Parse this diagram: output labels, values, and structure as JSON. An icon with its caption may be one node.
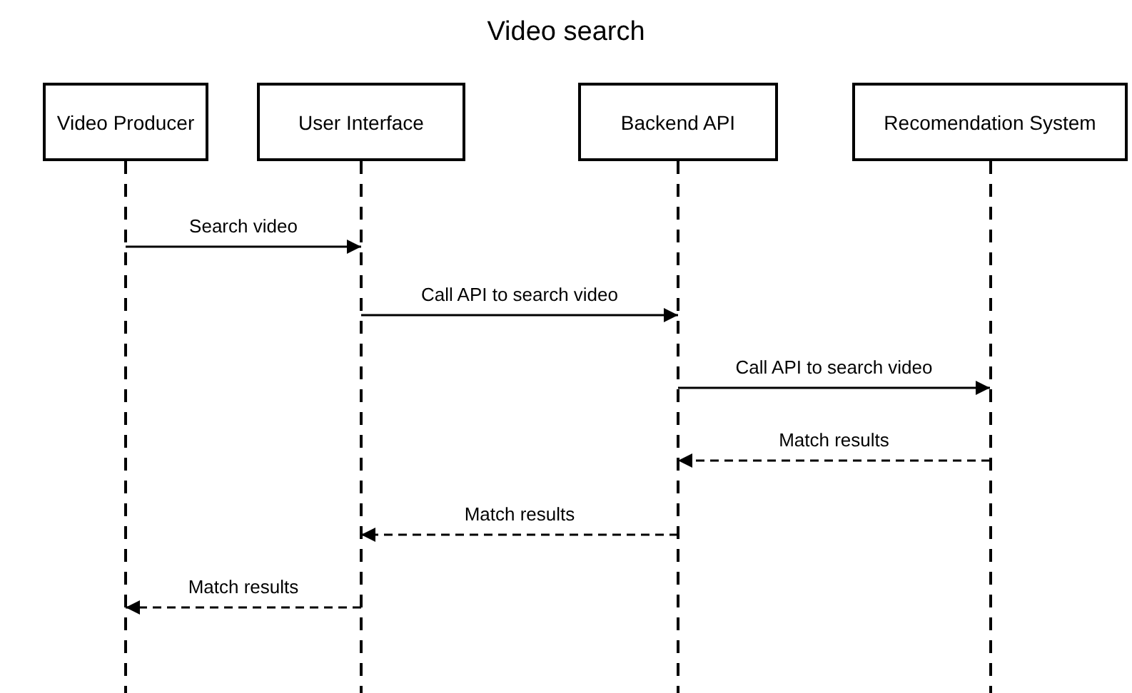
{
  "diagram": {
    "title": "Video search",
    "nodes": [
      {
        "text": [
          "Video Producer"
        ]
      },
      {
        "text": [
          "User Interface"
        ]
      },
      {
        "text": [
          "Backend API"
        ]
      },
      {
        "text": [
          "Recomendation System"
        ]
      }
    ],
    "edges": [
      {
        "from": 0,
        "to": 1,
        "arrow": "to",
        "label": "Search video"
      },
      {
        "from": 1,
        "to": 2,
        "arrow": "to",
        "label": "Call API to search video"
      },
      {
        "from": 2,
        "to": 3,
        "arrow": "to",
        "label": "Call API to search video"
      },
      {
        "from": 3,
        "to": 2,
        "arrow": "to",
        "label": "Match results",
        "style": "dashed"
      },
      {
        "from": 2,
        "to": 1,
        "arrow": "to",
        "label": "Match results",
        "style": "dashed"
      },
      {
        "from": 1,
        "to": 0,
        "arrow": "to",
        "label": "Match results",
        "style": "dashed"
      }
    ]
  }
}
